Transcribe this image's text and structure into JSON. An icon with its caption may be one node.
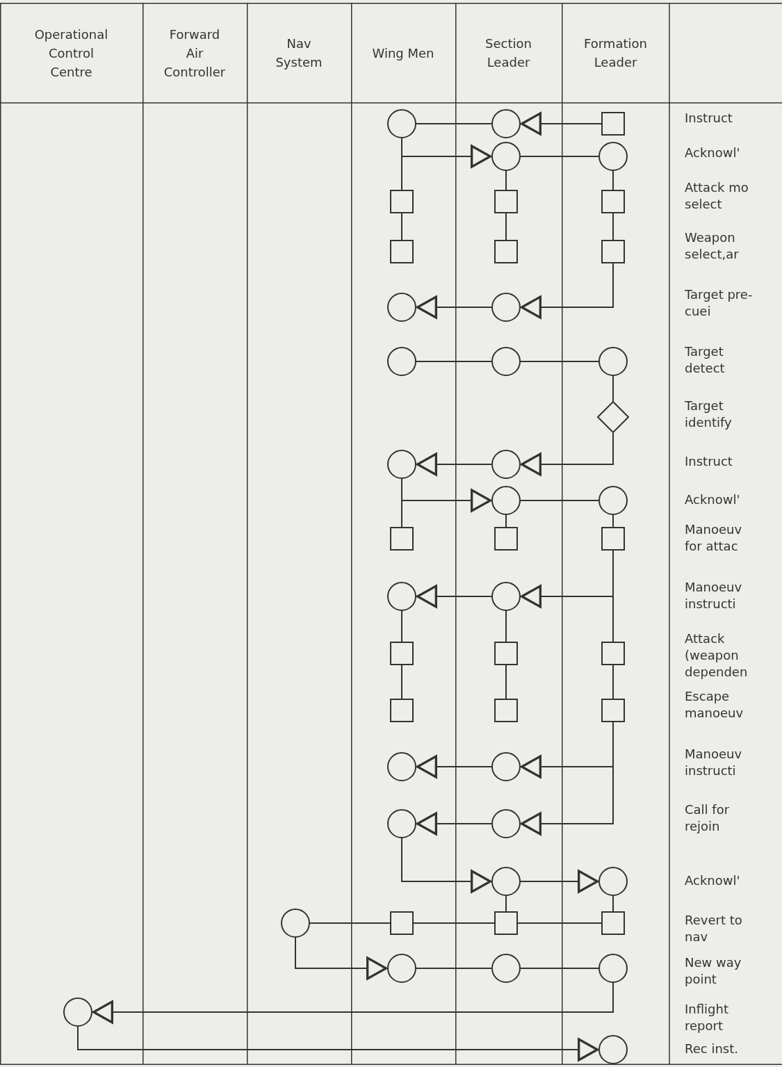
{
  "diagram": {
    "nodes": [
      {
        "text": [
          "Operational Control Centre"
        ]
      },
      {
        "text": [
          "Forward Air Controller"
        ]
      },
      {
        "text": [
          "Nav System"
        ]
      },
      {
        "text": [
          "Wing Men"
        ]
      },
      {
        "text": [
          "Section Leader"
        ]
      },
      {
        "text": [
          "Formation Leader"
        ]
      },
      {
        "text": [],
        "shape": "circle"
      },
      {
        "text": [],
        "shape": "circle"
      },
      {
        "text": [],
        "shape": "box"
      },
      {
        "text": [],
        "shape": "circle"
      },
      {
        "text": [],
        "shape": "circle"
      },
      {
        "text": [],
        "shape": "box"
      },
      {
        "text": [],
        "shape": "box"
      },
      {
        "text": [],
        "shape": "box"
      },
      {
        "text": [],
        "shape": "box"
      },
      {
        "text": [],
        "shape": "box"
      },
      {
        "text": [],
        "shape": "box"
      },
      {
        "text": [],
        "shape": "circle"
      },
      {
        "text": [],
        "shape": "circle"
      },
      {
        "text": [],
        "shape": "circle"
      },
      {
        "text": [],
        "shape": "circle"
      },
      {
        "text": [],
        "shape": "circle"
      },
      {
        "text": [],
        "shape": "diamond"
      },
      {
        "text": [],
        "shape": "circle"
      },
      {
        "text": [],
        "shape": "circle"
      },
      {
        "text": [],
        "shape": "circle"
      },
      {
        "text": [],
        "shape": "circle"
      },
      {
        "text": [],
        "shape": "box"
      },
      {
        "text": [],
        "shape": "box"
      },
      {
        "text": [],
        "shape": "box"
      },
      {
        "text": [],
        "shape": "circle"
      },
      {
        "text": [],
        "shape": "circle"
      },
      {
        "text": [],
        "shape": "box"
      },
      {
        "text": [],
        "shape": "box"
      },
      {
        "text": [],
        "shape": "box"
      },
      {
        "text": [],
        "shape": "box"
      },
      {
        "text": [],
        "shape": "box"
      },
      {
        "text": [],
        "shape": "box"
      },
      {
        "text": [],
        "shape": "circle"
      },
      {
        "text": [],
        "shape": "circle"
      },
      {
        "text": [],
        "shape": "circle"
      },
      {
        "text": [],
        "shape": "circle"
      },
      {
        "text": [],
        "shape": "circle"
      },
      {
        "text": [],
        "shape": "circle"
      },
      {
        "text": [],
        "shape": "circle"
      },
      {
        "text": [],
        "shape": "box"
      },
      {
        "text": [],
        "shape": "box"
      },
      {
        "text": [],
        "shape": "box"
      },
      {
        "text": [],
        "shape": "circle"
      },
      {
        "text": [],
        "shape": "circle"
      },
      {
        "text": [],
        "shape": "circle"
      },
      {
        "text": [],
        "shape": "circle"
      },
      {
        "text": [],
        "shape": "circle"
      }
    ],
    "edges": [
      {
        "from": 8,
        "to": 7,
        "arrow": "to"
      },
      {
        "from": 7,
        "to": 6,
        "arrow": "none"
      },
      {
        "from": 6,
        "to": 9,
        "arrow": "to"
      },
      {
        "from": 9,
        "to": 10,
        "arrow": "none"
      },
      {
        "from": 6,
        "to": 11,
        "arrow": "none"
      },
      {
        "from": 9,
        "to": 12,
        "arrow": "none"
      },
      {
        "from": 10,
        "to": 13,
        "arrow": "none"
      },
      {
        "from": 11,
        "to": 14,
        "arrow": "none"
      },
      {
        "from": 12,
        "to": 15,
        "arrow": "none"
      },
      {
        "from": 13,
        "to": 16,
        "arrow": "none"
      },
      {
        "from": 16,
        "to": 18,
        "arrow": "to"
      },
      {
        "from": 18,
        "to": 17,
        "arrow": "to"
      },
      {
        "from": 19,
        "to": 20,
        "arrow": "none"
      },
      {
        "from": 20,
        "to": 21,
        "arrow": "none"
      },
      {
        "from": 21,
        "to": 22,
        "arrow": "none"
      },
      {
        "from": 22,
        "to": 24,
        "arrow": "to"
      },
      {
        "from": 24,
        "to": 23,
        "arrow": "to"
      },
      {
        "from": 23,
        "to": 25,
        "arrow": "to"
      },
      {
        "from": 25,
        "to": 26,
        "arrow": "none"
      },
      {
        "from": 23,
        "to": 27,
        "arrow": "none"
      },
      {
        "from": 25,
        "to": 28,
        "arrow": "none"
      },
      {
        "from": 26,
        "to": 29,
        "arrow": "none"
      },
      {
        "from": 29,
        "to": 31,
        "arrow": "to"
      },
      {
        "from": 31,
        "to": 30,
        "arrow": "to"
      },
      {
        "from": 30,
        "to": 32,
        "arrow": "none"
      },
      {
        "from": 31,
        "to": 33,
        "arrow": "none"
      },
      {
        "from": 29,
        "to": 34,
        "arrow": "none"
      },
      {
        "from": 32,
        "to": 35,
        "arrow": "none"
      },
      {
        "from": 33,
        "to": 36,
        "arrow": "none"
      },
      {
        "from": 34,
        "to": 37,
        "arrow": "none"
      },
      {
        "from": 37,
        "to": 39,
        "arrow": "to"
      },
      {
        "from": 39,
        "to": 38,
        "arrow": "to"
      },
      {
        "from": 37,
        "to": 41,
        "arrow": "to"
      },
      {
        "from": 41,
        "to": 40,
        "arrow": "to"
      },
      {
        "from": 40,
        "to": 42,
        "arrow": "to"
      },
      {
        "from": 42,
        "to": 43,
        "arrow": "to"
      },
      {
        "from": 42,
        "to": 46,
        "arrow": "none"
      },
      {
        "from": 43,
        "to": 47,
        "arrow": "none"
      },
      {
        "from": 44,
        "to": 45,
        "arrow": "none"
      },
      {
        "from": 45,
        "to": 46,
        "arrow": "none"
      },
      {
        "from": 46,
        "to": 47,
        "arrow": "none"
      },
      {
        "from": 44,
        "to": 48,
        "arrow": "to"
      },
      {
        "from": 48,
        "to": 49,
        "arrow": "none"
      },
      {
        "from": 49,
        "to": 50,
        "arrow": "none"
      },
      {
        "from": 50,
        "to": 51,
        "arrow": "to"
      },
      {
        "from": 51,
        "to": 52,
        "arrow": "to"
      }
    ],
    "labels": [
      "Instruct",
      "Acknowl'",
      "Attack mo select",
      "Weapon select,ar",
      "Target pre-cuei",
      "Target detect",
      "Target identify",
      "Instruct",
      "Acknowl'",
      "Manoeuv for attac",
      "Manoeuv instructi",
      "Attack (weapon dependen",
      "Escape manoeuv",
      "Manoeuv instructi",
      "Call for rejoin",
      "Acknowl'",
      "Revert to nav",
      "New way point",
      "Inflight report",
      "Rec inst."
    ]
  }
}
